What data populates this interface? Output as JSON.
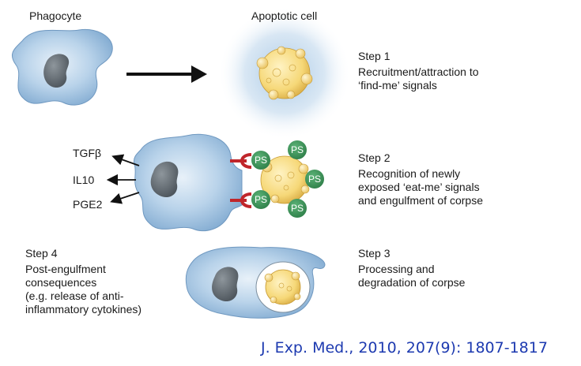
{
  "labels": {
    "phagocyte": "Phagocyte",
    "apoptotic_cell": "Apoptotic cell"
  },
  "steps": [
    {
      "title": "Step 1",
      "text": "Recruitment/attraction to\n‘find-me’ signals"
    },
    {
      "title": "Step 2",
      "text": "Recognition of newly\nexposed ‘eat-me’ signals\nand engulfment of corpse"
    },
    {
      "title": "Step 3",
      "text": "Processing and\ndegradation of corpse"
    },
    {
      "title": "Step 4",
      "text": "Post-engulfment\nconsequences\n(e.g. release of anti-\ninflammatory cytokines)"
    }
  ],
  "cytokines": [
    "TGFβ",
    "IL10",
    "PGE2"
  ],
  "ps_label": "PS",
  "citation": "J. Exp. Med., 2010, 207(9): 1807-1817",
  "colors": {
    "phagocyte_fill": "#a9c9e6",
    "nucleus_fill": "#5f6870",
    "apoptotic_fill": "#f6d878",
    "ps_fill": "#3f9a5c",
    "receptor": "#c0262b",
    "citation": "#1d3ab0"
  }
}
